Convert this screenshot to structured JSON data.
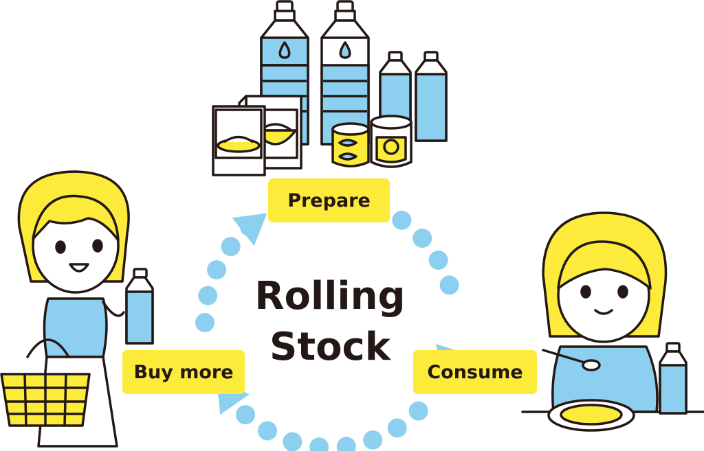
{
  "diagram": {
    "title_line1": "Rolling",
    "title_line2": "Stock",
    "steps": [
      {
        "label": "Prepare"
      },
      {
        "label": "Consume"
      },
      {
        "label": "Buy more"
      }
    ]
  },
  "colors": {
    "label_bg": "#FCEB3B",
    "dot": "#8CCFEF",
    "hair": "#FCEB3B",
    "shirt": "#8CCFEF",
    "water": "#8CCFEF",
    "outline": "#231815",
    "skin": "#FFFFFF"
  },
  "icons": [
    "water-bottle-icon",
    "food-box-icon",
    "can-icon",
    "shopping-basket-icon",
    "spoon-icon",
    "curry-plate-icon"
  ]
}
